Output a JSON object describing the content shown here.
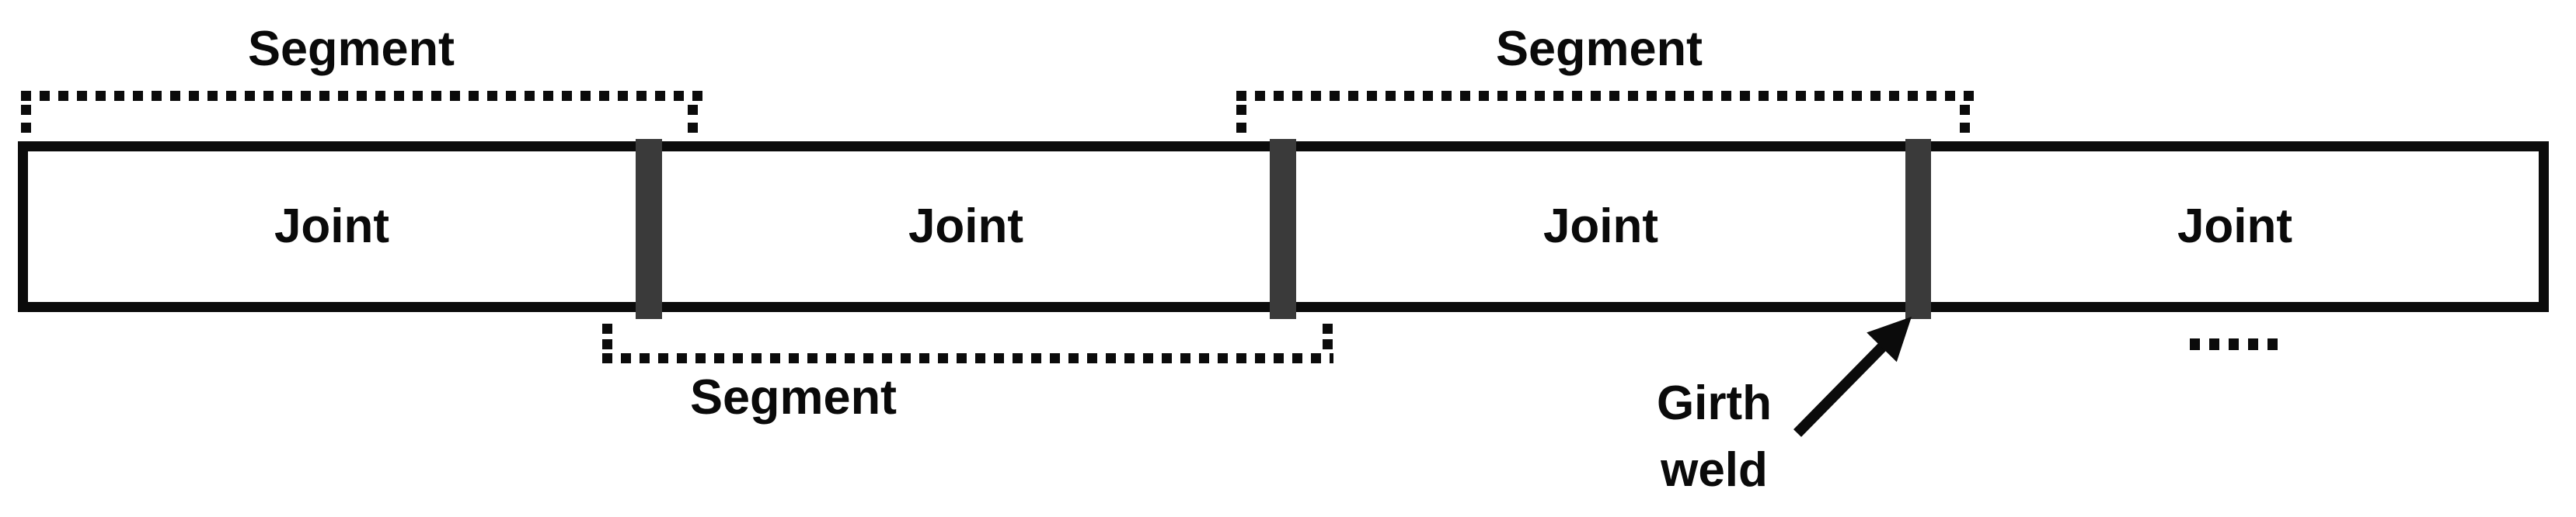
{
  "figure": {
    "background_color": "#ffffff",
    "line_color": "#0b0b0b",
    "weld_color": "#3a3a3a",
    "pipe": {
      "joints": [
        {
          "label": "Joint"
        },
        {
          "label": "Joint"
        },
        {
          "label": "Joint"
        },
        {
          "label": "Joint"
        }
      ],
      "girth_welds": [
        {
          "name": "girth-weld-1"
        },
        {
          "name": "girth-weld-2"
        },
        {
          "name": "girth-weld-3"
        }
      ]
    },
    "brackets": {
      "top": [
        {
          "label": "Segment"
        },
        {
          "label": "Segment"
        }
      ],
      "bottom": [
        {
          "label": "Segment"
        }
      ]
    },
    "callout": {
      "line1": "Girth",
      "line2": "weld"
    },
    "continuation_dots": "....."
  }
}
